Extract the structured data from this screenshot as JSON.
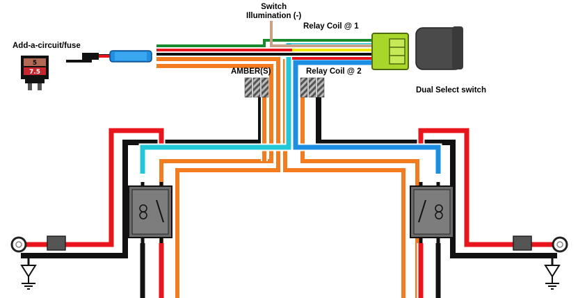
{
  "labels": {
    "switch_illumination": "Switch\nIllumination (-)",
    "relay_coil_1": "Relay Coil @ 1",
    "relay_coil_2": "Relay Coil @ 2",
    "add_circuit": "Add-a-circuit/fuse",
    "amber": "AMBER(S)",
    "dual_select": "Dual Select switch"
  },
  "fuse": {
    "top_value": "5",
    "bottom_value": "7.5"
  },
  "colors": {
    "red": "#e8151c",
    "black": "#111111",
    "blue": "#1e8fe0",
    "orange": "#f47c20",
    "green": "#1a8a2e",
    "yellow": "#f5e600",
    "cyan": "#22c8d8",
    "navy": "#1040d8",
    "tan": "#c9a08a",
    "connector": "#a8d62a",
    "switch_body": "#4a4a4a",
    "relay_body": "#6b6b6b"
  }
}
